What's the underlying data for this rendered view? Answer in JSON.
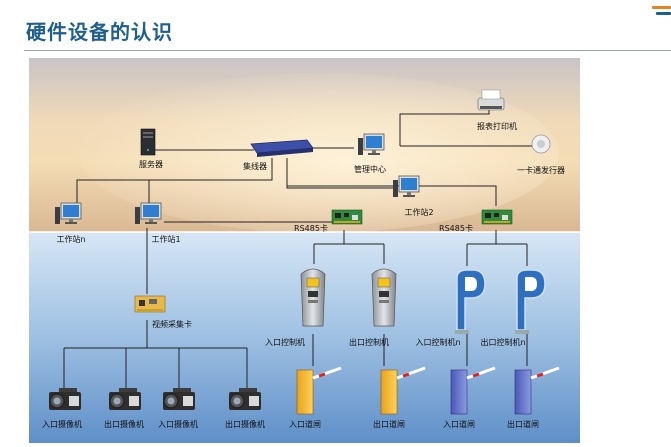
{
  "title": "硬件设备的认识",
  "colors": {
    "title": "#1f5f8f",
    "logo_orange": "#e8821e",
    "logo_blue": "#1f5f8f",
    "sky_top": "#c9c4c8",
    "sky_bottom": "#5f8fc8"
  },
  "labels": {
    "server": "服务器",
    "hub": "集线器",
    "control_center": "管理中心",
    "report_printer": "报表打印机",
    "card_issuer": "一卡通发行器",
    "workstation_2": "工作站2",
    "workstation_n": "工作站n",
    "workstation_1": "工作站1",
    "rs485_left": "RS485卡",
    "rs485_right": "RS485卡",
    "video_card": "视频采集卡",
    "entry_ctrl_1": "入口控制机",
    "exit_ctrl_1": "出口控制机",
    "entry_ctrl_n": "入口控制机n",
    "exit_ctrl_n": "出口控制机n",
    "cam_1": "入口摄像机",
    "cam_2": "出口摄像机",
    "cam_3": "入口摄像机",
    "cam_4": "出口摄像机",
    "gate_1": "入口道闸",
    "gate_2": "出口道闸",
    "gate_3": "入口道闸",
    "gate_4": "出口道闸"
  }
}
